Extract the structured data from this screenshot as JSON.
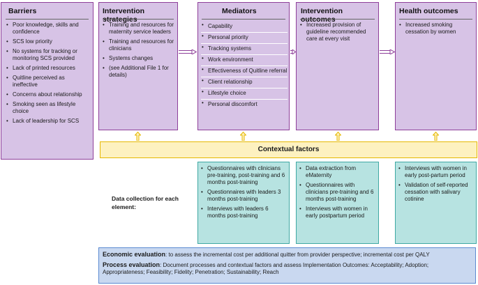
{
  "barriers": {
    "title": "Barriers",
    "items": [
      "Poor knowledge, skills and confidence",
      "SCS low priority",
      "No systems for tracking or monitoring SCS provided",
      "Lack of printed resources",
      "Quitline perceived as ineffective",
      "Concerns about relationship",
      "Smoking seen as lifestyle choice",
      "Lack of leadership for SCS"
    ]
  },
  "intervention_strategies": {
    "title": "Intervention strategies",
    "items": [
      "Training and resources for maternity service leaders",
      "Training and resources for clinicians",
      "Systems changes",
      "(see Additional File 1 for details)"
    ]
  },
  "mediators": {
    "title": "Mediators",
    "items": [
      "Capability",
      "Personal priority",
      "Tracking systems",
      "Work environment",
      "Effectiveness of Quitline referral",
      "Client relationship",
      "Lifestyle choice",
      "Personal discomfort"
    ]
  },
  "intervention_outcomes": {
    "title": "Intervention outcomes",
    "items": [
      "Increased provision of guideline recommended care at every visit"
    ]
  },
  "health_outcomes": {
    "title": "Health outcomes",
    "items": [
      "Increased smoking cessation by women"
    ]
  },
  "contextual_factors": "Contextual factors",
  "data_collection": {
    "label": "Data collection for each element:",
    "mediators": [
      "Questionnaires with clinicians pre-training, post-training and 6 months post-training",
      "Questionnaires with leaders 3 months post-training",
      "Interviews with leaders 6 months post-training"
    ],
    "intervention_outcomes": [
      "Data extraction from eMaternity",
      "Questionnaires with clinicians pre-training and 6 months post-training",
      "Interviews with women in early postpartum period"
    ],
    "health_outcomes": [
      "Interviews with women in early post-partum period",
      "Validation of self-reported cessation with salivary cotinine"
    ]
  },
  "economic_evaluation": {
    "heading": "Economic evaluation",
    "text": ": to assess the incremental cost per additional quitter from provider perspective; incremental cost per QALY"
  },
  "process_evaluation": {
    "heading": "Process evaluation",
    "text": ": Document processes and contextual factors and assess Implementation Outcomes: Acceptability; Adoption; Appropriateness; Feasibility; Fidelity; Penetration; Sustainability; Reach"
  },
  "colors": {
    "purple_fill": "#d7c3e6",
    "purple_border": "#8e3f9a",
    "context_fill": "#fdf1c0",
    "context_border": "#e6b800",
    "teal_fill": "#b7e3e1",
    "teal_border": "#3fa8a3",
    "blue_fill": "#c9d8f0",
    "blue_border": "#5b8ad1"
  }
}
